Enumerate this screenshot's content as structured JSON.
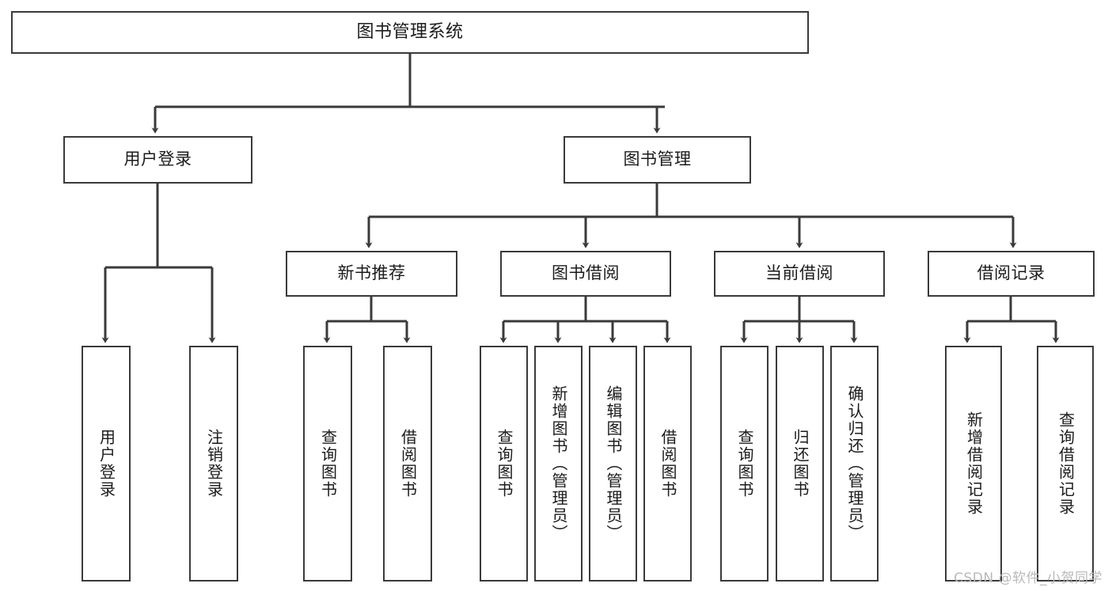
{
  "diagram": {
    "type": "tree",
    "title": "图书管理系统",
    "root": {
      "label": "图书管理系统"
    },
    "level2": [
      {
        "label": "用户登录"
      },
      {
        "label": "图书管理"
      }
    ],
    "level3": [
      {
        "label": "新书推荐"
      },
      {
        "label": "图书借阅"
      },
      {
        "label": "当前借阅"
      },
      {
        "label": "借阅记录"
      }
    ],
    "leaves": {
      "user_login": [
        {
          "label": "用户登录"
        },
        {
          "label": "注销登录"
        }
      ],
      "new_book_recommend": [
        {
          "label": "查询图书"
        },
        {
          "label": "借阅图书"
        }
      ],
      "book_borrow": [
        {
          "label": "查询图书"
        },
        {
          "label": "新增图书（管理员）"
        },
        {
          "label": "编辑图书（管理员）"
        },
        {
          "label": "借阅图书"
        }
      ],
      "current_borrow": [
        {
          "label": "查询图书"
        },
        {
          "label": "归还图书"
        },
        {
          "label": "确认归还（管理员）"
        }
      ],
      "borrow_record": [
        {
          "label": "新增借阅记录"
        },
        {
          "label": "查询借阅记录"
        }
      ]
    },
    "colors": {
      "stroke": "#3a3a3a",
      "fill": "#ffffff",
      "text": "#1b1b1b",
      "watermark": "#b9b9b9"
    }
  },
  "watermark": {
    "text": "CSDN @软件_小贺同学"
  }
}
